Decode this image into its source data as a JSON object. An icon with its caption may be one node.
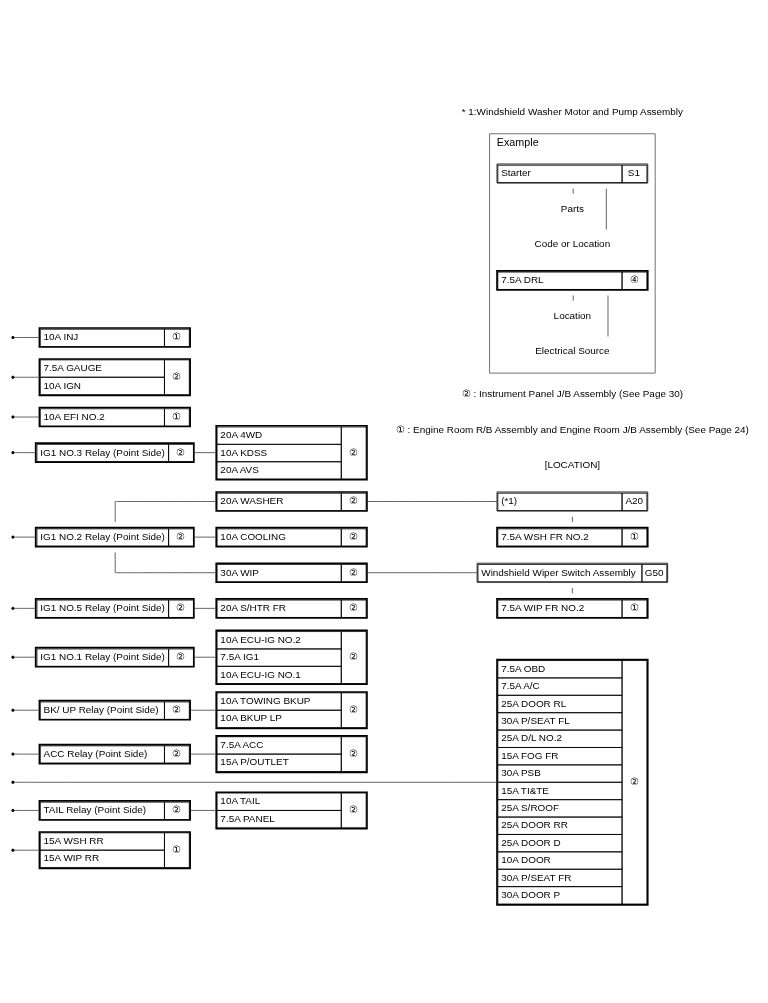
{
  "diagram": {
    "nodes": [
      {
        "text": [
          "15A WSH RR",
          "15A WIP RR",
          "①"
        ]
      },
      {
        "text": [
          "TAIL Relay (Point Side)",
          "②"
        ]
      },
      {
        "text": [
          "10A TAIL",
          "7.5A PANEL",
          "②"
        ]
      },
      {
        "text": [
          "7.5A OBD",
          "7.5A A/C",
          "25A DOOR RL",
          "30A P/SEAT FL",
          "25A D/L NO.2",
          "15A FOG FR",
          "30A PSB",
          "15A TI&TE",
          "25A S/ROOF",
          "25A DOOR RR",
          "25A DOOR D",
          "10A DOOR",
          "30A P/SEAT FR",
          "30A DOOR P",
          "②"
        ]
      },
      {
        "text": [
          "ACC Relay (Point Side)",
          "②"
        ]
      },
      {
        "text": [
          "7.5A ACC",
          "15A P/OUTLET",
          "②"
        ]
      },
      {
        "text": [
          "BK/ UP Relay (Point Side)",
          "②"
        ]
      },
      {
        "text": [
          "10A TOWING BKUP",
          "10A BKUP LP",
          "②"
        ]
      },
      {
        "text": [
          "IG1 NO.1 Relay (Point Side)",
          "②"
        ]
      },
      {
        "text": [
          "10A ECU-IG NO.2",
          "7.5A IG1",
          "10A ECU-IG NO.1",
          "②"
        ]
      },
      {
        "text": [
          "IG1 NO.5 Relay (Point Side)",
          "②"
        ]
      },
      {
        "text": [
          "20A S/HTR FR",
          "②"
        ]
      },
      {
        "text": [
          "IG1 NO.2 Relay (Point Side)",
          "②"
        ]
      },
      {
        "text": [
          "20A WASHER",
          "②"
        ]
      },
      {
        "text": [
          "10A COOLING",
          "②"
        ]
      },
      {
        "text": [
          "30A WIP",
          "②"
        ]
      },
      {
        "text": [
          "(*1)",
          "A20"
        ]
      },
      {
        "text": [
          "7.5A WSH FR NO.2",
          "①"
        ]
      },
      {
        "text": [
          "Windshield Wiper Switch Assembly",
          "G50"
        ]
      },
      {
        "text": [
          "7.5A WIP FR NO.2",
          "①"
        ]
      },
      {
        "text": [
          "IG1 NO.3 Relay (Point Side)",
          "②"
        ]
      },
      {
        "text": [
          "20A 4WD",
          "10A KDSS",
          "20A AVS",
          "②"
        ]
      },
      {
        "text": [
          "10A EFI NO.2",
          "①"
        ]
      },
      {
        "text": [
          "7.5A GAUGE",
          "10A IGN",
          "②"
        ]
      },
      {
        "text": [
          "10A INJ",
          "①"
        ]
      },
      {
        "text": [
          "Example"
        ]
      },
      {
        "text": [
          "Starter",
          "S1"
        ],
        "in": 25
      },
      {
        "text": [
          "Parts"
        ],
        "in": 25
      },
      {
        "text": [
          "Code or Location"
        ],
        "in": 25
      },
      {
        "text": [
          "7.5A DRL",
          "④"
        ],
        "in": 25
      },
      {
        "text": [
          "Location"
        ],
        "in": 25
      },
      {
        "text": [
          "Electrical Source"
        ],
        "in": 25
      }
    ],
    "edges": [
      {
        "from": null,
        "to": 0,
        "arrow": "none"
      },
      {
        "from": null,
        "to": 1,
        "arrow": "none"
      },
      {
        "from": 1,
        "to": 2,
        "arrow": "none"
      },
      {
        "from": null,
        "to": 3,
        "arrow": "none"
      },
      {
        "from": null,
        "to": 4,
        "arrow": "none"
      },
      {
        "from": 4,
        "to": 5,
        "arrow": "none"
      },
      {
        "from": null,
        "to": 6,
        "arrow": "none"
      },
      {
        "from": 6,
        "to": 7,
        "arrow": "none"
      },
      {
        "from": null,
        "to": 8,
        "arrow": "none"
      },
      {
        "from": 8,
        "to": 9,
        "arrow": "none"
      },
      {
        "from": null,
        "to": 10,
        "arrow": "none"
      },
      {
        "from": 10,
        "to": 11,
        "arrow": "none"
      },
      {
        "from": null,
        "to": 12,
        "arrow": "none"
      },
      {
        "from": 12,
        "to": 13,
        "arrow": "none"
      },
      {
        "from": 12,
        "to": 14,
        "arrow": "none"
      },
      {
        "from": 12,
        "to": 15,
        "arrow": "none"
      },
      {
        "from": 13,
        "to": 16,
        "arrow": "none"
      },
      {
        "from": 16,
        "to": 17,
        "arrow": "none"
      },
      {
        "from": 15,
        "to": 18,
        "arrow": "none"
      },
      {
        "from": 18,
        "to": 19,
        "arrow": "none"
      },
      {
        "from": null,
        "to": 20,
        "arrow": "none"
      },
      {
        "from": 20,
        "to": 21,
        "arrow": "none"
      },
      {
        "from": null,
        "to": 22,
        "arrow": "none"
      },
      {
        "from": null,
        "to": 23,
        "arrow": "none"
      },
      {
        "from": null,
        "to": 24,
        "arrow": "none"
      },
      {
        "from": 27,
        "to": 26,
        "arrow": "none"
      },
      {
        "from": 28,
        "to": 26,
        "arrow": "none"
      },
      {
        "from": 30,
        "to": 29,
        "arrow": "none"
      },
      {
        "from": 31,
        "to": 29,
        "arrow": "none"
      }
    ],
    "labels": [
      "[LOCATION]",
      "① : Engine Room R/B Assembly and Engine Room J/B Assembly (See Page 24)",
      "② : Instrument Panel J/B Assembly (See Page 30)",
      "* 1:Windshield Washer Motor and Pump Assembly"
    ]
  }
}
